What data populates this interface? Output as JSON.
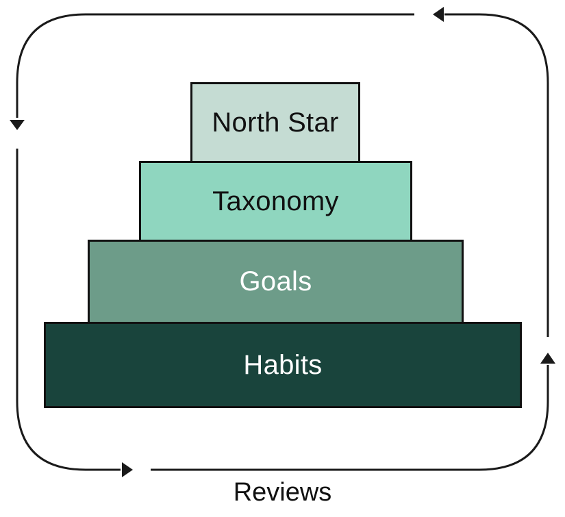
{
  "diagram": {
    "tiers": [
      {
        "label": "North Star",
        "fill": "#c5dcd3",
        "text_color": "#111111"
      },
      {
        "label": "Taxonomy",
        "fill": "#8fd6bf",
        "text_color": "#111111"
      },
      {
        "label": "Goals",
        "fill": "#6d9c89",
        "text_color": "#ffffff"
      },
      {
        "label": "Habits",
        "fill": "#19443c",
        "text_color": "#ffffff"
      }
    ],
    "cycle_label": "Reviews",
    "arrow_color": "#1a1a1a"
  }
}
